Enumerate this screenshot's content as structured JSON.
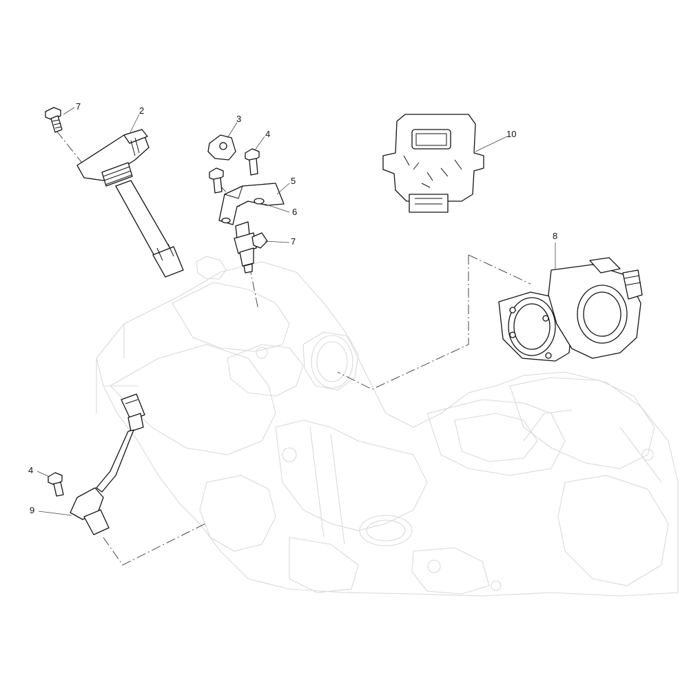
{
  "callouts": [
    {
      "id": "c1",
      "label": "7",
      "part": "ignition-coil-bolt"
    },
    {
      "id": "c2",
      "label": "2",
      "part": "ignition-coil"
    },
    {
      "id": "c3",
      "label": "3",
      "part": "injector-clip"
    },
    {
      "id": "c4",
      "label": "4",
      "part": "bracket-bolt"
    },
    {
      "id": "c5",
      "label": "5",
      "part": "injector-bracket"
    },
    {
      "id": "c6",
      "label": "6",
      "part": "bracket-plate"
    },
    {
      "id": "c7",
      "label": "7",
      "part": "fuel-injector"
    },
    {
      "id": "c8",
      "label": "10",
      "part": "engine-control-unit"
    },
    {
      "id": "c9",
      "label": "8",
      "part": "throttle-body"
    },
    {
      "id": "c10",
      "label": "4",
      "part": "sensor-bolt"
    },
    {
      "id": "c11",
      "label": "9",
      "part": "crank-position-sensor"
    }
  ]
}
